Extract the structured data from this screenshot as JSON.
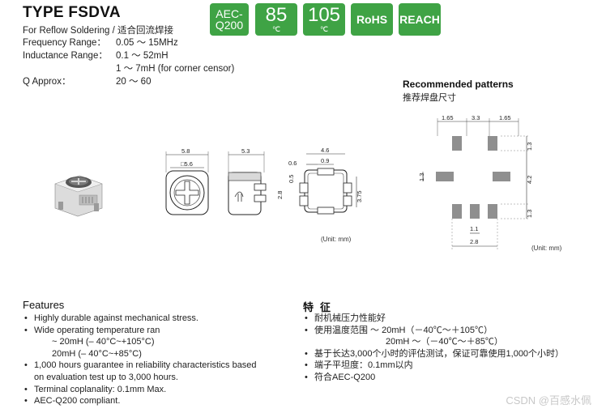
{
  "header": {
    "title": "TYPE FSDVA",
    "specs": [
      {
        "label": "For Reflow Soldering /  适合回流焊接",
        "value": ""
      },
      {
        "label": "Frequency Range：",
        "value": "0.05 ～ 15MHz"
      },
      {
        "label": "Inductance Range：",
        "value": "0.1 ～ 52mH"
      },
      {
        "label": "",
        "value": "1 ～ 7mH (for corner censor)"
      },
      {
        "label": "Q Approx：",
        "value": "20 ～ 60"
      }
    ]
  },
  "badges": [
    {
      "main": "AEC-",
      "main2": "Q200",
      "unit": "",
      "color": "#3fa345"
    },
    {
      "main": "85",
      "unit": "℃",
      "color": "#3fa345"
    },
    {
      "main": "105",
      "unit": "℃",
      "color": "#3fa345"
    },
    {
      "main": "RoHS",
      "unit": "",
      "color": "#3fa345"
    },
    {
      "main": "REACH",
      "unit": "",
      "color": "#3fa345"
    }
  ],
  "drawing": {
    "dims": {
      "w_top": "5.8",
      "w_inner": "□5.6",
      "side_w": "5.3",
      "end_total": "4.6",
      "end_06": "0.6",
      "end_09": "0.9",
      "end_05": "0.5",
      "end_28": "2.8",
      "end_375": "3.75"
    },
    "unit_note": "(Unit: mm)"
  },
  "patterns": {
    "title": "Recommended patterns",
    "subtitle": "推荐焊盘尺寸",
    "dims": {
      "top_left": "1.65",
      "top_mid": "3.3",
      "top_right": "1.65",
      "right_top": "1.3",
      "right_mid": "4.2",
      "right_bot": "1.3",
      "left_mid": "1.3",
      "bot_inner": "1.1",
      "bot_total": "2.8"
    },
    "unit_note": "(Unit: mm)"
  },
  "features_en": {
    "heading": "Features",
    "items": [
      {
        "text": "Highly durable against mechanical stress.",
        "kind": "bullet"
      },
      {
        "text": "Wide operating temperature ran",
        "kind": "bullet"
      },
      {
        "text": "~ 20mH (– 40°C~+105°C)",
        "kind": "sub"
      },
      {
        "text": "20mH (– 40°C~+85°C)",
        "kind": "sub"
      },
      {
        "text": "1,000 hours guarantee in reliability characteristics based",
        "kind": "bullet"
      },
      {
        "text": "on evaluation test up to 3,000 hours.",
        "kind": "cont"
      },
      {
        "text": "Terminal coplanality: 0.1mm Max.",
        "kind": "bullet"
      },
      {
        "text": "AEC-Q200 compliant.",
        "kind": "bullet"
      }
    ]
  },
  "features_cn": {
    "heading": "特征",
    "items": [
      {
        "text": "耐机械压力性能好",
        "kind": "bullet"
      },
      {
        "text": "使用温度范围        ～ 20mH（－40℃～＋105℃）",
        "kind": "bullet"
      },
      {
        "text": "20mH  ～（－40℃～＋85℃）",
        "kind": "sub"
      },
      {
        "text": "基于长达3,000个小时的评估测试，保证可靠使用1,000个小时）",
        "kind": "bullet"
      },
      {
        "text": "端子平坦度：0.1mm以内",
        "kind": "bullet"
      },
      {
        "text": "符合AEC-Q200",
        "kind": "bullet"
      }
    ]
  },
  "watermark": "CSDN @百感水佩"
}
